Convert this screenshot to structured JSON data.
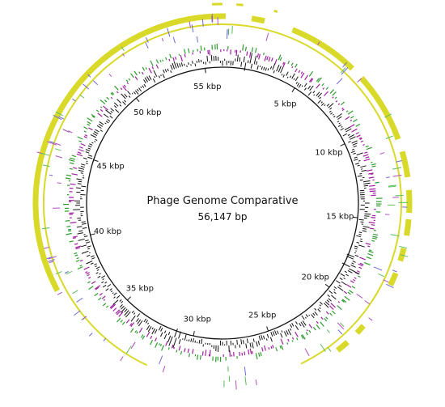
{
  "map": {
    "title": "Phage Genome Comparative",
    "length_label": "56,147 bp",
    "genome_length_bp": 56147,
    "tick_labels": [
      {
        "kbp": 5,
        "label": "5 kbp"
      },
      {
        "kbp": 10,
        "label": "10 kbp"
      },
      {
        "kbp": 15,
        "label": "15 kbp"
      },
      {
        "kbp": 20,
        "label": "20 kbp"
      },
      {
        "kbp": 25,
        "label": "25 kbp"
      },
      {
        "kbp": 30,
        "label": "30 kbp"
      },
      {
        "kbp": 35,
        "label": "35 kbp"
      },
      {
        "kbp": 40,
        "label": "40 kbp"
      },
      {
        "kbp": 45,
        "label": "45 kbp"
      },
      {
        "kbp": 50,
        "label": "50 kbp"
      },
      {
        "kbp": 55,
        "label": "55 kbp"
      }
    ],
    "colors": {
      "backbone": "#111111",
      "gc_content": "#111111",
      "gc_skew_positive": "#2e9c2e",
      "gc_skew_negative": "#a020a0",
      "blast_hits": "#d9d92a",
      "feature_ticks_blue": "#6a6ad8",
      "feature_ticks_purple": "#b050c0",
      "feature_ticks_green": "#5cbf5c"
    }
  }
}
